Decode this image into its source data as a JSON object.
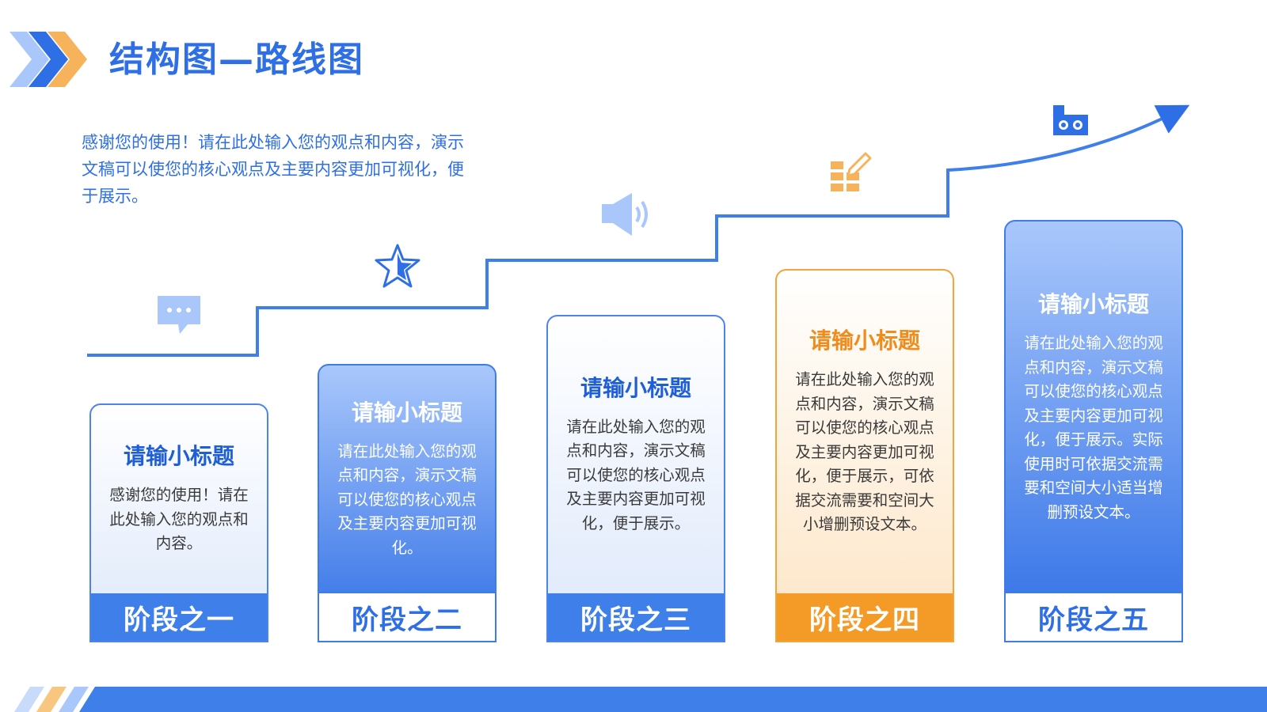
{
  "header": {
    "title": "结构图—路线图"
  },
  "intro": {
    "text": "感谢您的使用！请在此处输入您的观点和内容，演示文稿可以使您的核心观点及主要内容更加可视化，便于展示。"
  },
  "colors": {
    "primary_blue": "#2f6fe6",
    "light_blue": "#a9c7fb",
    "orange": "#f39a27"
  },
  "stages": [
    {
      "icon": "chat-bubble-icon",
      "title": "请输小标题",
      "text": "感谢您的使用！请在此处输入您的观点和内容。",
      "label": "阶段之一"
    },
    {
      "icon": "star-icon",
      "title": "请输小标题",
      "text": "请在此处输入您的观点和内容，演示文稿可以使您的核心观点及主要内容更加可视化。",
      "label": "阶段之二"
    },
    {
      "icon": "speaker-icon",
      "title": "请输小标题",
      "text": "请在此处输入您的观点和内容，演示文稿可以使您的核心观点及主要内容更加可视化，便于展示。",
      "label": "阶段之三"
    },
    {
      "icon": "edit-grid-icon",
      "title": "请输小标题",
      "text": "请在此处输入您的观点和内容，演示文稿可以使您的核心观点及主要内容更加可视化，便于展示，可依据交流需要和空间大小增删预设文本。",
      "label": "阶段之四"
    },
    {
      "icon": "gears-box-icon",
      "title": "请输小标题",
      "text": "请在此处输入您的观点和内容，演示文稿可以使您的核心观点及主要内容更加可视化，便于展示。实际使用时可依据交流需要和空间大小适当增删预设文本。",
      "label": "阶段之五"
    }
  ]
}
